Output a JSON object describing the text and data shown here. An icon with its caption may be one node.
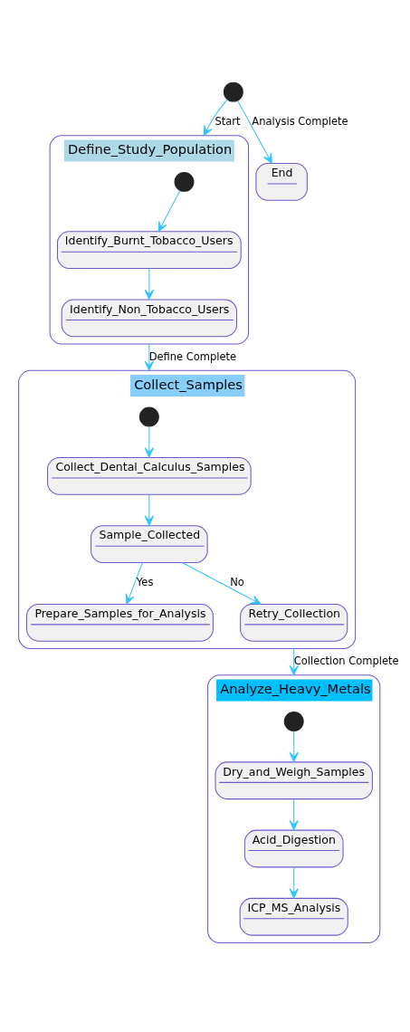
{
  "diagram": {
    "nodes": [
      {
        "text": [],
        "shape": "circle"
      },
      {
        "text": [
          "Define_Study_Population"
        ]
      },
      {
        "text": [],
        "shape": "circle",
        "in": 1
      },
      {
        "text": [
          "Identify_Burnt_Tobacco_Users"
        ],
        "in": 1
      },
      {
        "text": [
          "Identify_Non_Tobacco_Users"
        ],
        "in": 1
      },
      {
        "text": [
          "End"
        ]
      },
      {
        "text": [
          "Collect_Samples"
        ]
      },
      {
        "text": [],
        "shape": "circle",
        "in": 6
      },
      {
        "text": [
          "Collect_Dental_Calculus_Samples"
        ],
        "in": 6
      },
      {
        "text": [
          "Sample_Collected"
        ],
        "in": 6
      },
      {
        "text": [
          "Prepare_Samples_for_Analysis"
        ],
        "in": 6
      },
      {
        "text": [
          "Retry_Collection"
        ],
        "in": 6
      },
      {
        "text": [
          "Analyze_Heavy_Metals"
        ]
      },
      {
        "text": [],
        "shape": "circle",
        "in": 12
      },
      {
        "text": [
          "Dry_and_Weigh_Samples"
        ],
        "in": 12
      },
      {
        "text": [
          "Acid_Digestion"
        ],
        "in": 12
      },
      {
        "text": [
          "ICP_MS_Analysis"
        ],
        "in": 12
      }
    ],
    "edges": [
      {
        "from": 0,
        "to": 1,
        "arrow": "to",
        "label": "Start"
      },
      {
        "from": 0,
        "to": 5,
        "arrow": "to",
        "label": "Analysis Complete"
      },
      {
        "from": 2,
        "to": 3,
        "arrow": "to"
      },
      {
        "from": 3,
        "to": 4,
        "arrow": "to"
      },
      {
        "from": 1,
        "to": 6,
        "arrow": "to",
        "label": "Define Complete"
      },
      {
        "from": 7,
        "to": 8,
        "arrow": "to"
      },
      {
        "from": 8,
        "to": 9,
        "arrow": "to"
      },
      {
        "from": 9,
        "to": 10,
        "arrow": "to",
        "label": "Yes"
      },
      {
        "from": 9,
        "to": 11,
        "arrow": "to",
        "label": "No"
      },
      {
        "from": 6,
        "to": 12,
        "arrow": "to",
        "label": "Collection Complete"
      },
      {
        "from": 13,
        "to": 14,
        "arrow": "to"
      },
      {
        "from": 14,
        "to": 15,
        "arrow": "to"
      },
      {
        "from": 15,
        "to": 16,
        "arrow": "to"
      }
    ]
  }
}
